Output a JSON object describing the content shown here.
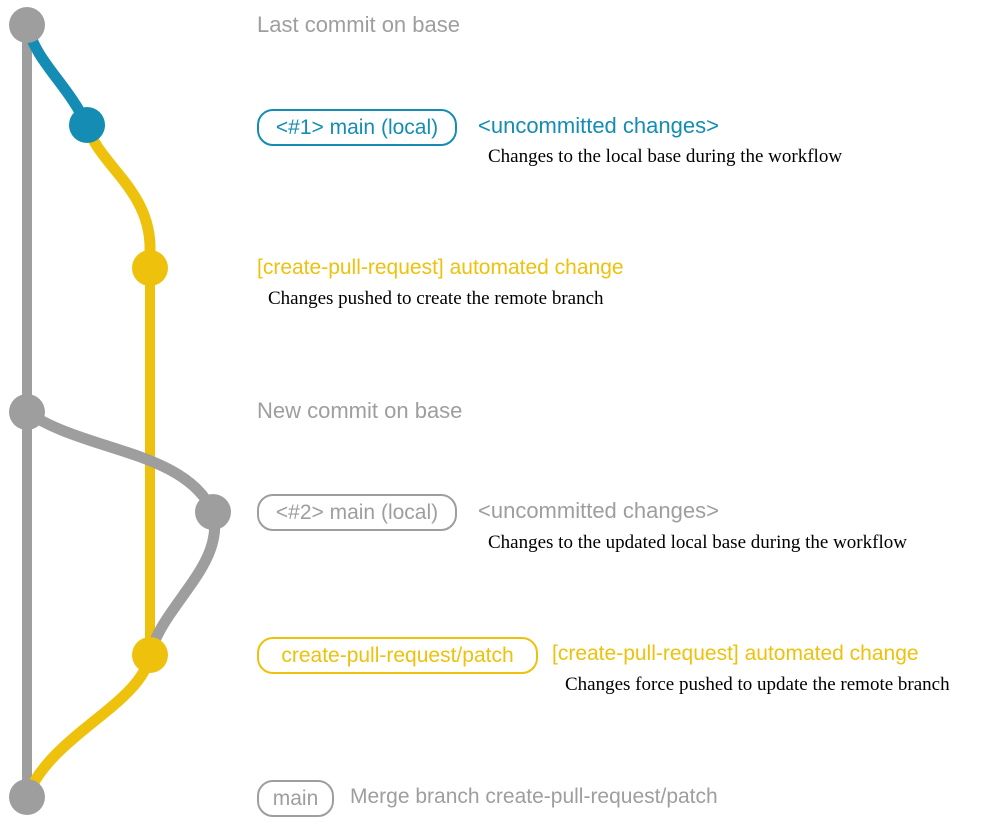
{
  "colors": {
    "gray": "#9e9e9e",
    "teal": "#148cb4",
    "yellow": "#eec10d",
    "desc": "#000000"
  },
  "icons": {
    "commit_dot": "filled-circle"
  },
  "headings": {
    "last_commit": "Last commit on base",
    "new_commit": "New commit on base"
  },
  "row1": {
    "badge": "<#1> main (local)",
    "status": "<uncommitted changes>",
    "desc": "Changes to the local base during the workflow"
  },
  "row2": {
    "label": "[create-pull-request] automated change",
    "desc": "Changes pushed to create the remote branch"
  },
  "row3": {
    "badge": "<#2> main (local)",
    "status": "<uncommitted changes>",
    "desc": "Changes to the updated local base during the workflow"
  },
  "row4": {
    "badge": "create-pull-request/patch",
    "label": "[create-pull-request] automated change",
    "desc": "Changes force pushed to update the remote branch"
  },
  "row5": {
    "badge": "main",
    "label": "Merge branch create-pull-request/patch"
  }
}
